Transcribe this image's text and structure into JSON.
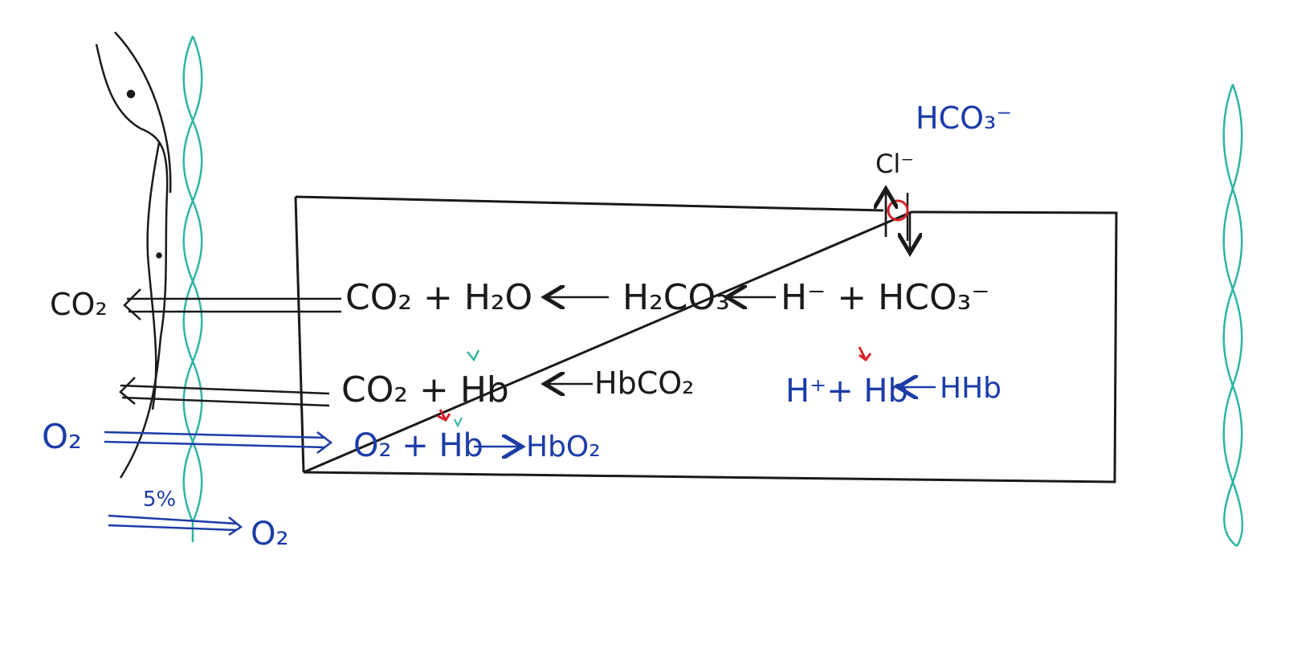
{
  "diagram": {
    "labels": {
      "co2_out_top": "CO₂",
      "o2_in": "O₂",
      "o2_out": "O₂",
      "percent": "5%",
      "bicarb_outside": "HCO₃⁻",
      "chloride": "Cl⁻"
    },
    "equations": {
      "row1": {
        "co2_h2o": "CO₂ + H₂O",
        "h2co3": "H₂CO₃",
        "h_plus_hco3": "H⁻ + HCO₃⁻"
      },
      "row2": {
        "co2_hb": "CO₂ + Hb",
        "hbco2": "HbCO₂",
        "h_plus_hb": "H⁺+ Hb",
        "hhb": "HHb"
      },
      "row3": {
        "o2_hb": "O₂ + Hb",
        "hbo2": "HbO₂"
      }
    },
    "colors": {
      "black": "#1a1a1a",
      "blue": "#1c3ca8",
      "red": "#d8222a",
      "teal": "#2fb5a3"
    }
  }
}
